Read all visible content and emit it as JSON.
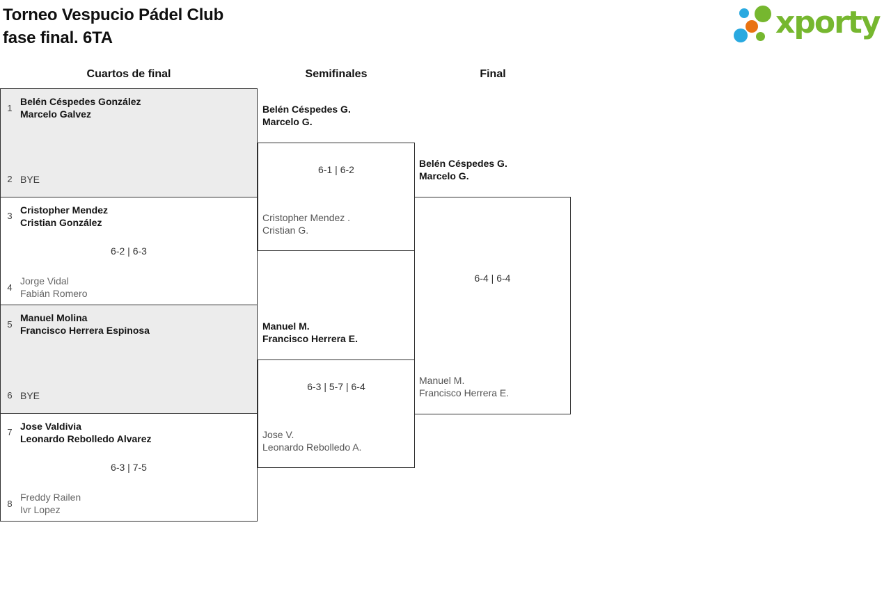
{
  "header": {
    "title_line1": "Torneo Vespucio Pádel Club",
    "title_line2": "fase final. 6TA"
  },
  "logo": {
    "text": "xporty",
    "colors": {
      "green": "#76b72f",
      "blue": "#29a9e0",
      "orange": "#e97311"
    }
  },
  "round_headers": [
    "Cuartos de final",
    "Semifinales",
    "Final"
  ],
  "bracket": {
    "quarterfinals": [
      {
        "seed_top": "1",
        "top": {
          "line1": "Belén Céspedes González",
          "line2": "Marcelo Galvez",
          "winner": true
        },
        "score": "",
        "seed_bottom": "2",
        "bottom": {
          "line1": "BYE",
          "line2": "",
          "winner": false
        }
      },
      {
        "seed_top": "3",
        "top": {
          "line1": "Cristopher Mendez",
          "line2": "Cristian González",
          "winner": true
        },
        "score": "6-2 | 6-3",
        "seed_bottom": "4",
        "bottom": {
          "line1": "Jorge Vidal",
          "line2": "Fabián Romero",
          "winner": false
        }
      },
      {
        "seed_top": "5",
        "top": {
          "line1": "Manuel Molina",
          "line2": "Francisco Herrera Espinosa",
          "winner": true
        },
        "score": "",
        "seed_bottom": "6",
        "bottom": {
          "line1": "BYE",
          "line2": "",
          "winner": false
        }
      },
      {
        "seed_top": "7",
        "top": {
          "line1": "Jose Valdivia",
          "line2": "Leonardo Rebolledo Alvarez",
          "winner": true
        },
        "score": "6-3 | 7-5",
        "seed_bottom": "8",
        "bottom": {
          "line1": "Freddy Railen",
          "line2": "Ivr Lopez",
          "winner": false
        }
      }
    ],
    "semifinals": [
      {
        "top": {
          "line1": "Belén Céspedes G.",
          "line2": "Marcelo G.",
          "winner": true
        },
        "score": "6-1 | 6-2",
        "bottom": {
          "line1": "Cristopher Mendez .",
          "line2": "Cristian G.",
          "winner": false
        }
      },
      {
        "top": {
          "line1": "Manuel M.",
          "line2": "Francisco Herrera E.",
          "winner": true
        },
        "score": "6-3 | 5-7 | 6-4",
        "bottom": {
          "line1": "Jose V.",
          "line2": "Leonardo Rebolledo A.",
          "winner": false
        }
      }
    ],
    "final": {
      "top": {
        "line1": "Belén Céspedes G.",
        "line2": "Marcelo G.",
        "winner": true
      },
      "score": "6-4 | 6-4",
      "bottom": {
        "line1": "Manuel M.",
        "line2": "Francisco Herrera E.",
        "winner": false
      }
    }
  }
}
